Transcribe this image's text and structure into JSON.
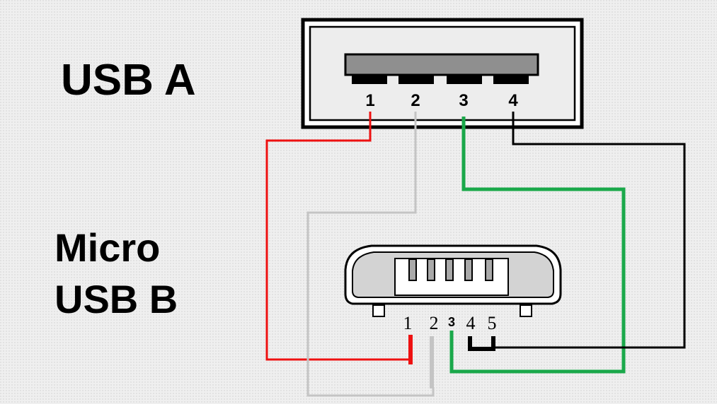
{
  "labels": {
    "usb_a": "USB A",
    "micro_line1": "Micro",
    "micro_line2": "USB B"
  },
  "usb_a_pins": [
    "1",
    "2",
    "3",
    "4"
  ],
  "micro_b_pins": [
    "1",
    "2",
    "3",
    "4",
    "5"
  ],
  "wires": [
    {
      "from_a": "1",
      "to_b": "1",
      "color": "#ee1111"
    },
    {
      "from_a": "2",
      "to_b": "2",
      "color": "#c4c4c4"
    },
    {
      "from_a": "3",
      "to_b": "3",
      "color": "#1aa84a"
    },
    {
      "from_a": "4",
      "to_b": "4-5",
      "color": "#000000"
    }
  ]
}
